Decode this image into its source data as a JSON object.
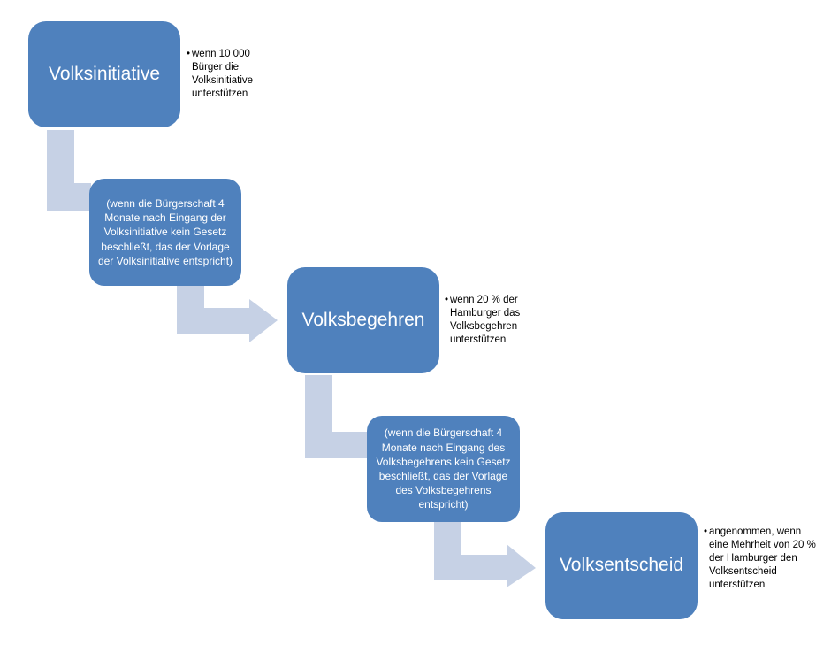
{
  "colors": {
    "box_fill": "#4f81bd",
    "box_text": "#ffffff",
    "arrow_fill": "#c6d1e5",
    "note_text": "#000000"
  },
  "stages": [
    {
      "label": "Volksinitiative",
      "note": "wenn 10 000 Bürger die Volksinitiative unterstützen"
    },
    {
      "label": "Volksbegehren",
      "note": "wenn 20 % der Hamburger das Volksbegehren unterstützen"
    },
    {
      "label": "Volksentscheid",
      "note": "angenommen, wenn eine Mehrheit von 20 % der Hamburger den Volksentscheid unterstützen"
    }
  ],
  "transitions": [
    {
      "condition": "(wenn die Bürgerschaft 4 Monate nach Eingang der Volksinitiative kein Gesetz beschließt, das der Vorlage der Volksinitiative entspricht)"
    },
    {
      "condition": "(wenn die Bürgerschaft 4 Monate nach Eingang des Volksbegehrens kein Gesetz beschließt, das der Vorlage des Volksbegehrens entspricht)"
    }
  ],
  "bullet_glyph": "•"
}
